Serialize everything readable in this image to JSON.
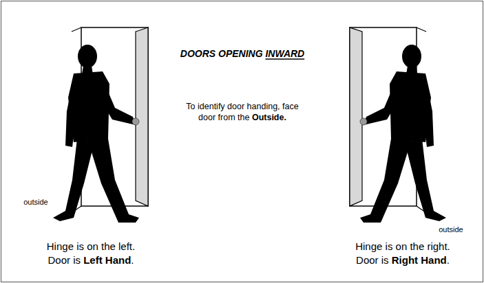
{
  "diagram": {
    "title": "DOORS OPENING INWARD",
    "labels": [
      "To identify door handing, face door from the Outside.",
      "outside",
      "outside",
      "Hinge is on the left.",
      "Door is Left Hand.",
      "Hinge is on the right.",
      "Door is Right Hand."
    ]
  }
}
